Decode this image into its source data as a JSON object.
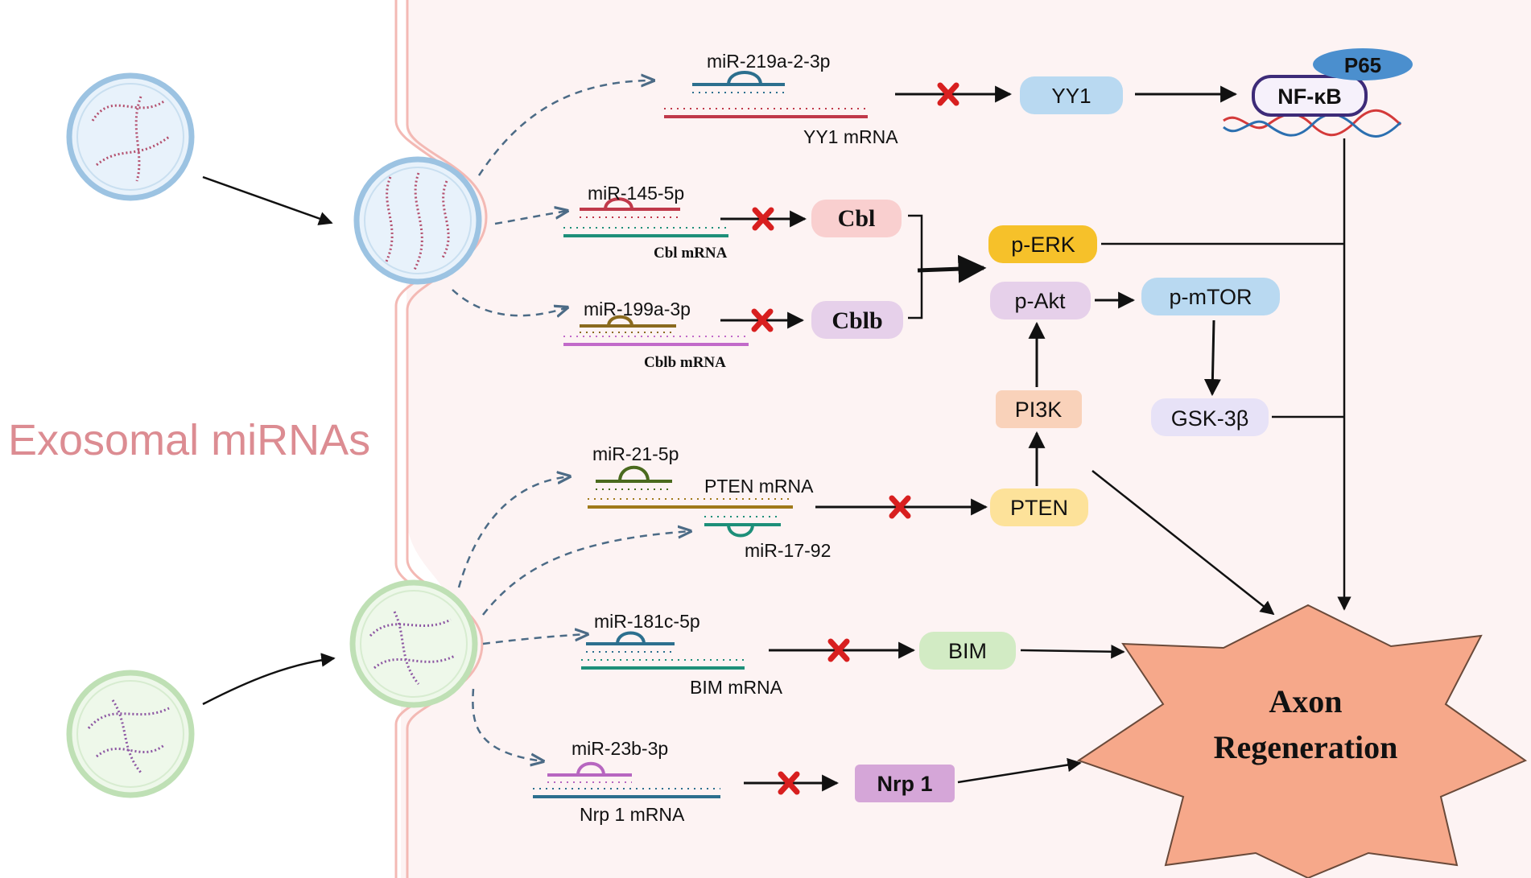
{
  "title": "Exosomal miRNAs",
  "colors": {
    "cytoplasm": "#fdf3f3",
    "membrane": "#f3b9b4",
    "red_vesicle_fill": "#e8f2fb",
    "red_vesicle_ring": "#9cc3e2",
    "green_vesicle_fill": "#eef8ea",
    "green_vesicle_ring": "#bfe0b5",
    "title": "#dc8c92",
    "dashed_arrow": "#4c6b86",
    "inhibit": "#d81f1f",
    "axon": "#f6a88a"
  },
  "mirnas": [
    {
      "mirna": "miR-219a-2-3p",
      "target": "YY1 mRNA"
    },
    {
      "mirna": "miR-145-5p",
      "target": "Cbl mRNA"
    },
    {
      "mirna": "miR-199a-3p",
      "target": "Cblb mRNA"
    },
    {
      "mirna": "miR-21-5p",
      "target": "PTEN mRNA"
    },
    {
      "mirna": "miR-17-92",
      "target": ""
    },
    {
      "mirna": "miR-181c-5p",
      "target": "BIM mRNA"
    },
    {
      "mirna": "miR-23b-3p",
      "target": "Nrp 1 mRNA"
    }
  ],
  "nodes": {
    "yy1": "YY1",
    "p65": "P65",
    "nfkb": "NF-κB",
    "cbl": "Cbl",
    "cblb": "Cblb",
    "perk": "p-ERK",
    "pakt": "p-Akt",
    "pmtor": "p-mTOR",
    "pi3k": "PI3K",
    "gsk3b": "GSK-3β",
    "pten": "PTEN",
    "bim": "BIM",
    "nrp1": "Nrp 1"
  },
  "outcome": {
    "line1": "Axon",
    "line2": "Regeneration"
  }
}
